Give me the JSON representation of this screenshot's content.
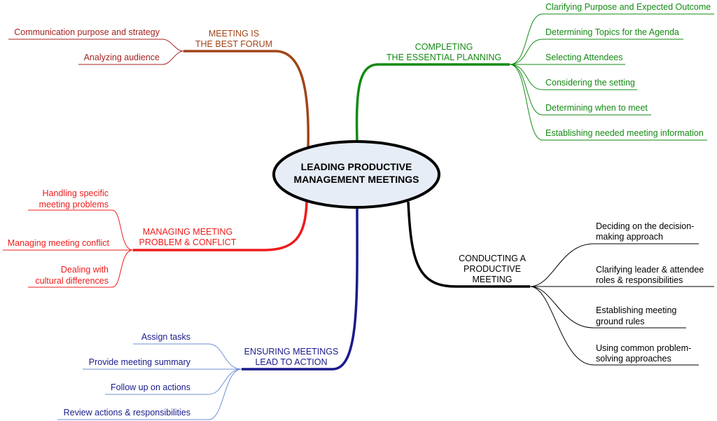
{
  "center": {
    "line1": "LEADING PRODUCTIVE",
    "line2": "MANAGEMENT MEETINGS",
    "fill": "#e6edf6",
    "stroke": "#000000"
  },
  "branches": {
    "forum": {
      "color": "#a0461a",
      "leaf_color": "#a52323",
      "title1": "MEETING IS",
      "title2": "THE BEST FORUM",
      "leaves": [
        "Communication purpose and strategy",
        "Analyzing audience"
      ]
    },
    "planning": {
      "color": "#138a13",
      "title1": "COMPLETING",
      "title2": "THE ESSENTIAL PLANNING",
      "leaves": [
        "Clarifying Purpose and Expected Outcome",
        "Determining Topics for the Agenda",
        "Selecting Attendees",
        "Considering the setting",
        "Determining when to meet",
        "Establishing needed meeting information"
      ]
    },
    "conflict": {
      "color": "#ee1c1c",
      "title1": "MANAGING MEETING",
      "title2": "PROBLEM & CONFLICT",
      "leaves": [
        [
          "Handling specific",
          "meeting problems"
        ],
        [
          "Managing meeting conflict"
        ],
        [
          "Dealing with",
          "cultural differences"
        ]
      ]
    },
    "conducting": {
      "color": "#000000",
      "title1": "CONDUCTING A",
      "title2": "PRODUCTIVE",
      "title3": "MEETING",
      "leaves": [
        [
          "Deciding on the decision-",
          "making approach"
        ],
        [
          "Clarifying leader & attendee",
          "roles & responsibilities"
        ],
        [
          "Establishing meeting",
          "ground rules"
        ],
        [
          "Using common problem-",
          "solving approaches"
        ]
      ]
    },
    "action": {
      "color": "#1a1a8c",
      "leaf_line_color": "#6f8fd6",
      "title1": "ENSURING MEETINGS",
      "title2": "LEAD TO ACTION",
      "leaves": [
        "Assign tasks",
        "Provide meeting summary",
        "Follow up on actions",
        "Review actions & responsibilities"
      ]
    }
  }
}
